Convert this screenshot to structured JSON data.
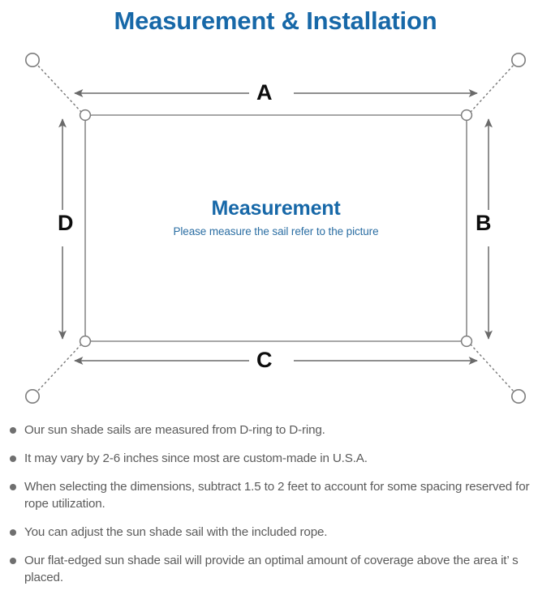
{
  "page": {
    "title": "Measurement & Installation",
    "title_color": "#1768a8",
    "background": "#ffffff"
  },
  "diagram": {
    "center": {
      "heading": "Measurement",
      "heading_color": "#1768a8",
      "subtitle": "Please measure the sail refer to the picture",
      "subtitle_color": "#2b6ea3"
    },
    "dimension_labels": {
      "top": "A",
      "right": "B",
      "bottom": "C",
      "left": "D"
    },
    "stroke_color": "#808080",
    "label_color": "#0d0d0d",
    "shape": "rectangle-sun-shade-sail",
    "d_ring_count": 4,
    "anchor_point_count": 4
  },
  "notes": {
    "bullet_color": "#6f6f6f",
    "text_color": "#5b5b5b",
    "items": [
      "Our sun shade sails are measured from D-ring to D-ring.",
      "It may vary by 2-6 inches since most are custom-made in U.S.A.",
      "When selecting the dimensions, subtract 1.5 to 2 feet to account for some spacing reserved for rope utilization.",
      "You can adjust the sun shade sail with the included rope.",
      "Our flat-edged sun shade sail will provide an optimal amount of coverage above the area it’ s placed."
    ]
  }
}
